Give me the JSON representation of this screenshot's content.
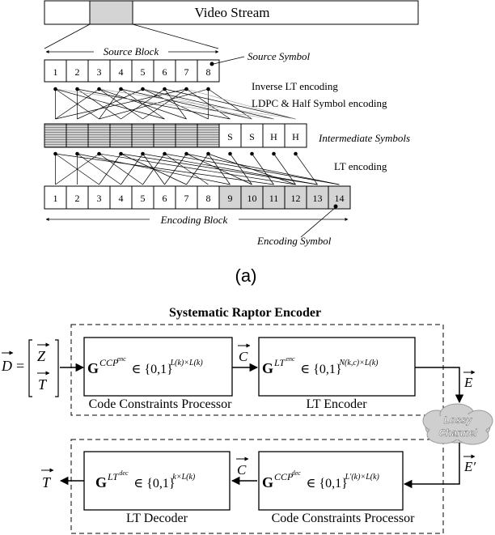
{
  "part_a": {
    "video_stream": "Video Stream",
    "source_block": "Source Block",
    "source_symbol": "Source Symbol",
    "source_cells": [
      "1",
      "2",
      "3",
      "4",
      "5",
      "6",
      "7",
      "8"
    ],
    "inverse_lt": "Inverse LT encoding",
    "ldpc": "LDPC & Half Symbol encoding",
    "intermediate_label": "Intermediate Symbols",
    "intermediate_cells": [
      "S",
      "S",
      "H",
      "H"
    ],
    "lt_encoding": "LT encoding",
    "encoding_cells": [
      "1",
      "2",
      "3",
      "4",
      "5",
      "6",
      "7",
      "8",
      "9",
      "10",
      "11",
      "12",
      "13",
      "14"
    ],
    "encoding_block": "Encoding Block",
    "encoding_symbol": "Encoding Symbol",
    "caption": "(a)"
  },
  "part_b": {
    "title": "Systematic Raptor Encoder",
    "input_D": "D",
    "input_Z": "Z",
    "input_T": "T",
    "ccp_enc_label": "Code Constraints Processor",
    "lt_enc_label": "LT Encoder",
    "arrow_C": "C",
    "arrow_E": "E",
    "arrow_E_prime": "E′",
    "lossy_line1": "Lossy",
    "lossy_line2": "Channel",
    "lt_dec_label": "LT Decoder",
    "ccp_dec_label": "Code Constraints Processor",
    "output_T": "T",
    "matrix_G": "G",
    "set_text": "∈ {0,1}",
    "sup_ccp_enc": "CCP",
    "sup_ccp_enc_sub": "enc",
    "sup_lt_enc": "LT",
    "sup_lt_enc_sub": "enc",
    "sup_ccp_dec": "CCP",
    "sup_ccp_dec_sub": "dec",
    "sup_lt_dec": "LT",
    "sup_lt_dec_sub": "dec",
    "dim_ccp_enc": "L(k)×L(k)",
    "dim_lt_enc": "N(k,c)×L(k)",
    "dim_ccp_dec": "L′(k)×L(k)",
    "dim_lt_dec": "k×L(k)"
  },
  "colors": {
    "stroke": "#000000",
    "shade": "#d4d4d4",
    "cloud": "#cfcfcf",
    "hatch": "#8a8a8a"
  }
}
